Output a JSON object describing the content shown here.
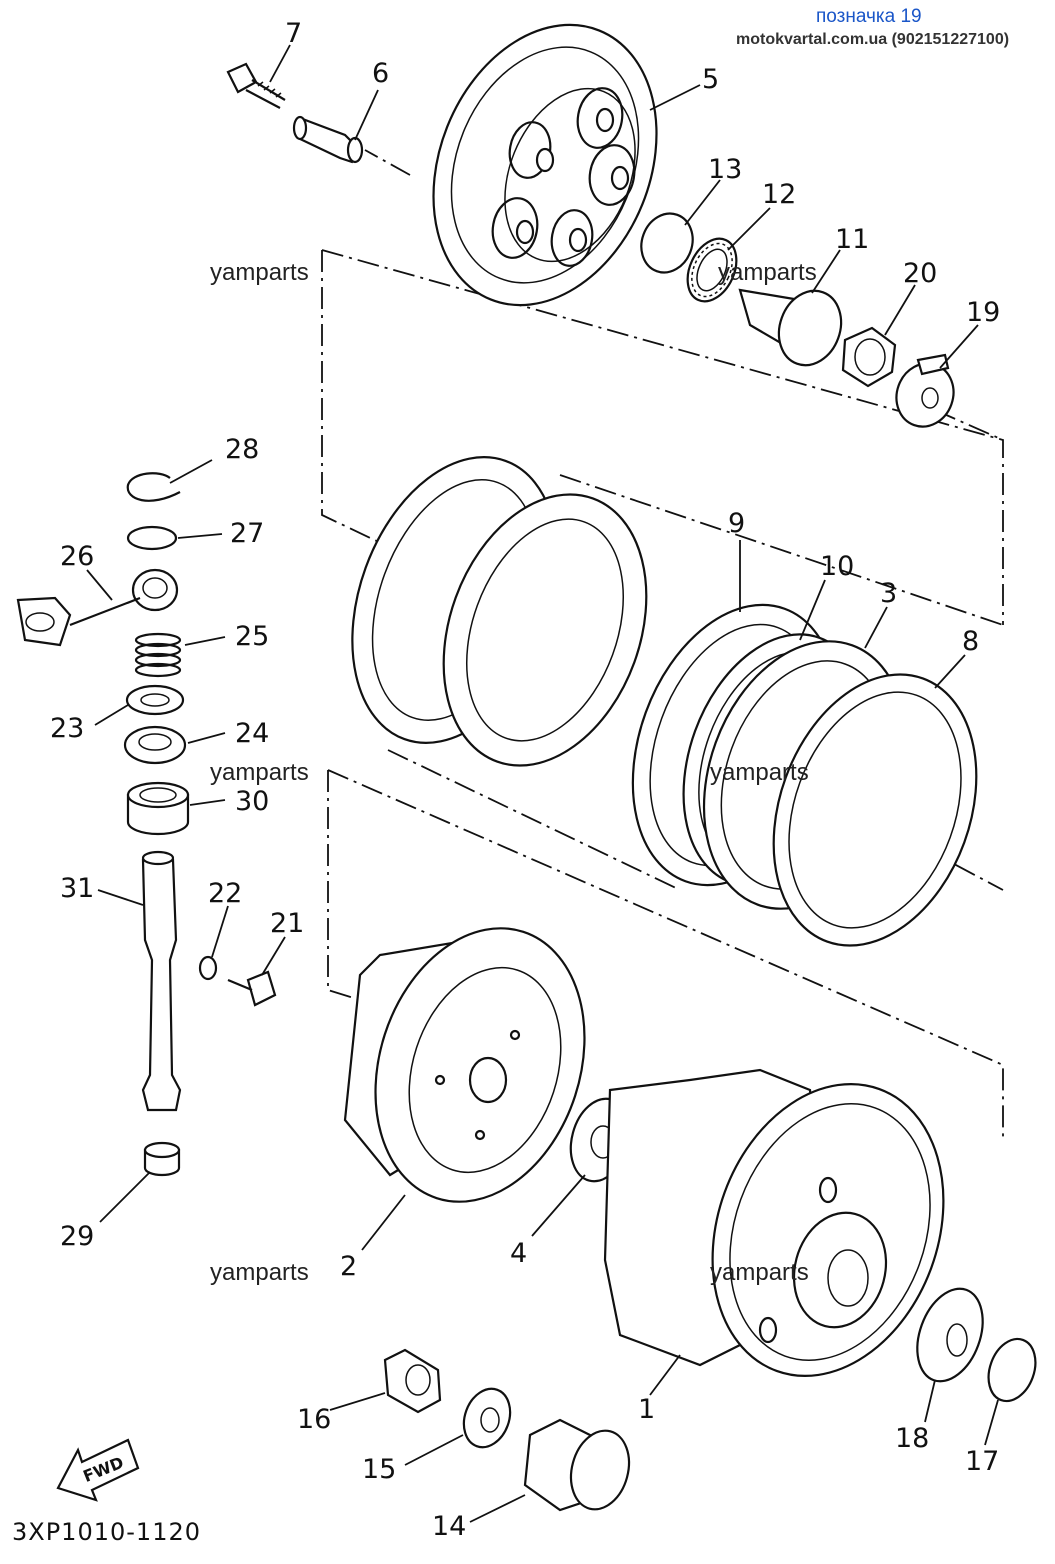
{
  "header": {
    "title": "позначка 19",
    "source": "motokvartal.com.ua (902151227100)"
  },
  "watermark": "yamparts",
  "diagram_code": "3XP1010-1120",
  "fwd_label": "FWD",
  "parts": [
    {
      "id": "1",
      "label": "1"
    },
    {
      "id": "2",
      "label": "2"
    },
    {
      "id": "3",
      "label": "3"
    },
    {
      "id": "4",
      "label": "4"
    },
    {
      "id": "5",
      "label": "5"
    },
    {
      "id": "6",
      "label": "6"
    },
    {
      "id": "7",
      "label": "7"
    },
    {
      "id": "8",
      "label": "8"
    },
    {
      "id": "9",
      "label": "9"
    },
    {
      "id": "10",
      "label": "10"
    },
    {
      "id": "11",
      "label": "11"
    },
    {
      "id": "12",
      "label": "12"
    },
    {
      "id": "13",
      "label": "13"
    },
    {
      "id": "14",
      "label": "14"
    },
    {
      "id": "15",
      "label": "15"
    },
    {
      "id": "16",
      "label": "16"
    },
    {
      "id": "17",
      "label": "17"
    },
    {
      "id": "18",
      "label": "18"
    },
    {
      "id": "19",
      "label": "19"
    },
    {
      "id": "20",
      "label": "20"
    },
    {
      "id": "21",
      "label": "21"
    },
    {
      "id": "22",
      "label": "22"
    },
    {
      "id": "23",
      "label": "23"
    },
    {
      "id": "24",
      "label": "24"
    },
    {
      "id": "25",
      "label": "25"
    },
    {
      "id": "26",
      "label": "26"
    },
    {
      "id": "27",
      "label": "27"
    },
    {
      "id": "28",
      "label": "28"
    },
    {
      "id": "29",
      "label": "29"
    },
    {
      "id": "30",
      "label": "30"
    },
    {
      "id": "31",
      "label": "31"
    }
  ]
}
